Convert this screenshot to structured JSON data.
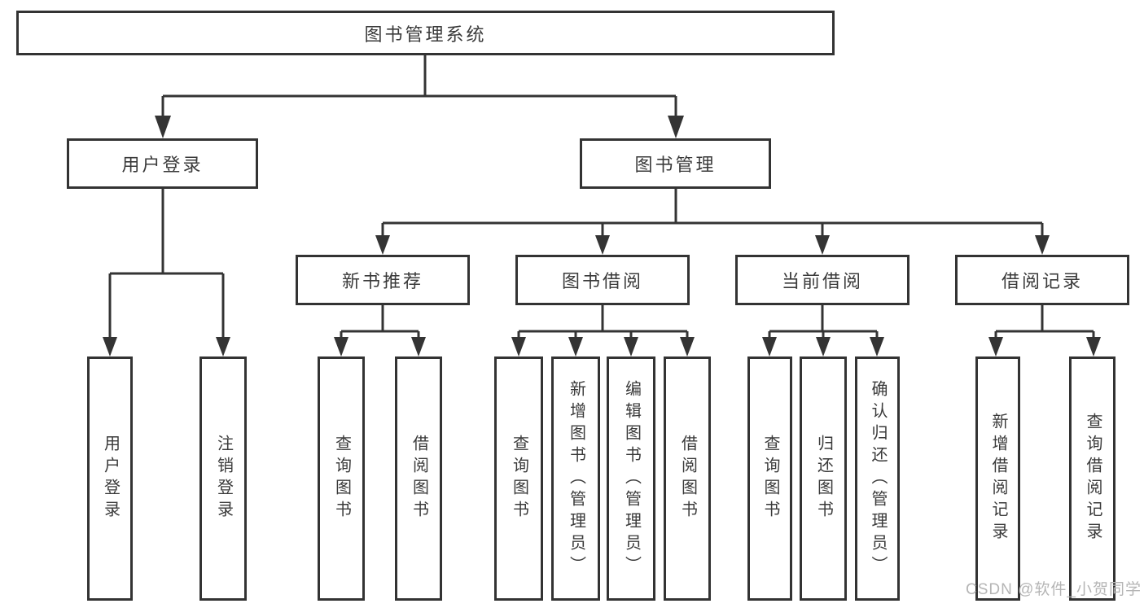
{
  "diagram": {
    "root": {
      "label": "图书管理系统"
    },
    "level2": [
      {
        "label": "用户登录"
      },
      {
        "label": "图书管理"
      }
    ],
    "level3": [
      {
        "label": "新书推荐"
      },
      {
        "label": "图书借阅"
      },
      {
        "label": "当前借阅"
      },
      {
        "label": "借阅记录"
      }
    ],
    "leaves": [
      {
        "label": "用户登录"
      },
      {
        "label": "注销登录"
      },
      {
        "label": "查询图书"
      },
      {
        "label": "借阅图书"
      },
      {
        "label": "查询图书"
      },
      {
        "label": "新增图书（管理员）"
      },
      {
        "label": "编辑图书（管理员）"
      },
      {
        "label": "借阅图书"
      },
      {
        "label": "查询图书"
      },
      {
        "label": "归还图书"
      },
      {
        "label": "确认归还（管理员）"
      },
      {
        "label": "新增借阅记录"
      },
      {
        "label": "查询借阅记录"
      }
    ],
    "watermark": "CSDN @软件_小贺同学",
    "colors": {
      "line": "#343434",
      "box_border": "#333333",
      "text": "#3a3a3a",
      "watermark": "#b5b5b5",
      "background": "#ffffff"
    }
  }
}
